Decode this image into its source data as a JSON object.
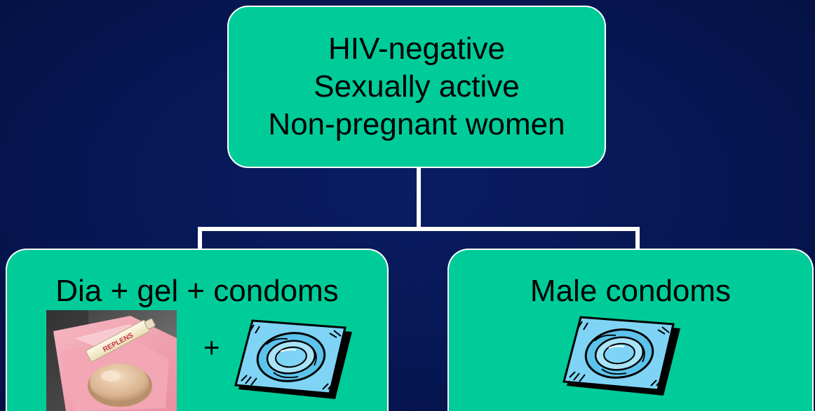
{
  "top_box": {
    "lines": [
      "HIV-negative",
      "Sexually active",
      "Non-pregnant women"
    ]
  },
  "left_box": {
    "title": "Dia + gel + condoms",
    "plus": "+",
    "images": [
      "diaphragm-gel-photo",
      "condom-packet-icon"
    ],
    "photo_label": "REPLENS"
  },
  "right_box": {
    "title": "Male condoms",
    "images": [
      "condom-packet-icon"
    ]
  },
  "colors": {
    "background": "#061651",
    "box_fill": "#00cc99",
    "box_border": "#ffffff",
    "connector": "#ffffff",
    "condom_blue": "#7fd4f5"
  }
}
